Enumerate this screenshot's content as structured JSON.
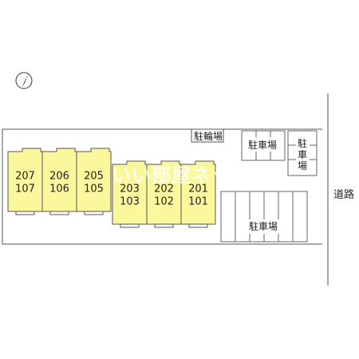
{
  "labels": {
    "bicycle_parking": "駐輪場",
    "parking_top": "駐車場",
    "parking_small": [
      "駐",
      "車",
      "場"
    ],
    "parking_bottom": "駐車場",
    "road": "道路"
  },
  "units": [
    {
      "upper": "207",
      "lower": "107"
    },
    {
      "upper": "206",
      "lower": "106"
    },
    {
      "upper": "205",
      "lower": "105"
    },
    {
      "upper": "203",
      "lower": "103"
    },
    {
      "upper": "202",
      "lower": "102"
    },
    {
      "upper": "201",
      "lower": "101"
    }
  ],
  "watermark": "いい部屋ネット",
  "colors": {
    "building": "#fbf79d",
    "outline": "#555555",
    "background": "#ffffff"
  },
  "icons": [
    "north-arrow-icon"
  ]
}
